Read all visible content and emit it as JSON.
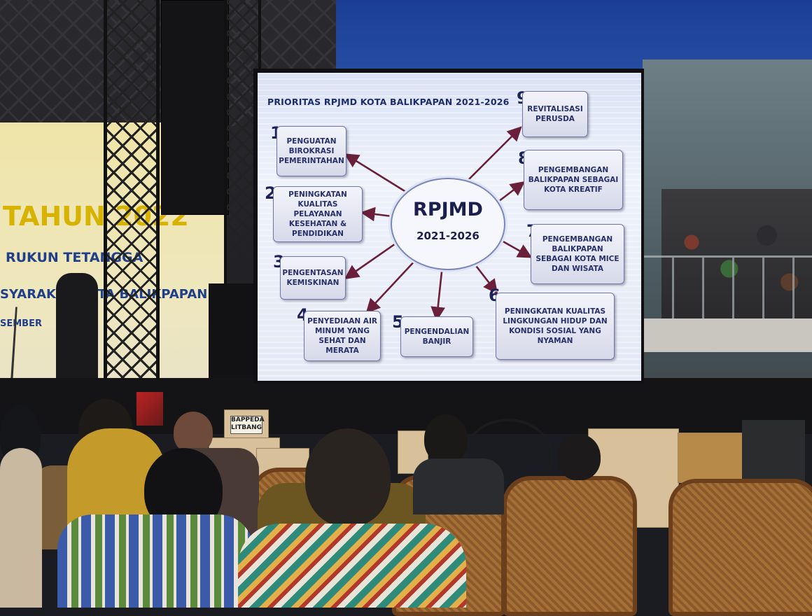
{
  "banner": {
    "line_tahun": "TAHUN 2022",
    "line_rukun": "RUKUN TETANGGA",
    "line_masyarakat": "SYARAKAT KOTA BALIKPAPAN",
    "line_date": "SEMBER"
  },
  "slide": {
    "title": "PRIORITAS RPJMD KOTA BALIKPAPAN 2021-2026",
    "hub_title": "RPJMD",
    "hub_years": "2021-2026",
    "items": [
      {
        "number": "1",
        "label": "PENGUATAN BIROKRASI PEMERINTAHAN"
      },
      {
        "number": "2",
        "label": "PENINGKATAN KUALITAS PELAYANAN KESEHATAN & PENDIDIKAN"
      },
      {
        "number": "3",
        "label": "PENGENTASAN KEMISKINAN"
      },
      {
        "number": "4",
        "label": "PENYEDIAAN AIR MINUM YANG SEHAT DAN MERATA"
      },
      {
        "number": "5",
        "label": "PENGENDALIAN BANJIR"
      },
      {
        "number": "6",
        "label": "PENINGKATAN KUALITAS LINGKUNGAN HIDUP DAN KONDISI SOSIAL YANG NYAMAN"
      },
      {
        "number": "7",
        "label": "PENGEMBANGAN BALIKPAPAN SEBAGAI KOTA MICE DAN WISATA"
      },
      {
        "number": "8",
        "label": "PENGEMBANGAN BALIKPAPAN SEBAGAI KOTA KREATIF"
      },
      {
        "number": "9",
        "label": "REVITALISASI PERUSDA"
      }
    ]
  },
  "props": {
    "box_label": "BAPPEDA LITBANG"
  },
  "colors": {
    "ceiling_blue": "#234aa0",
    "banner_blue": "#1f3f8a",
    "banner_yellow": "#d7b200",
    "slide_text": "#27306a",
    "arrow": "#6a1f3a"
  }
}
